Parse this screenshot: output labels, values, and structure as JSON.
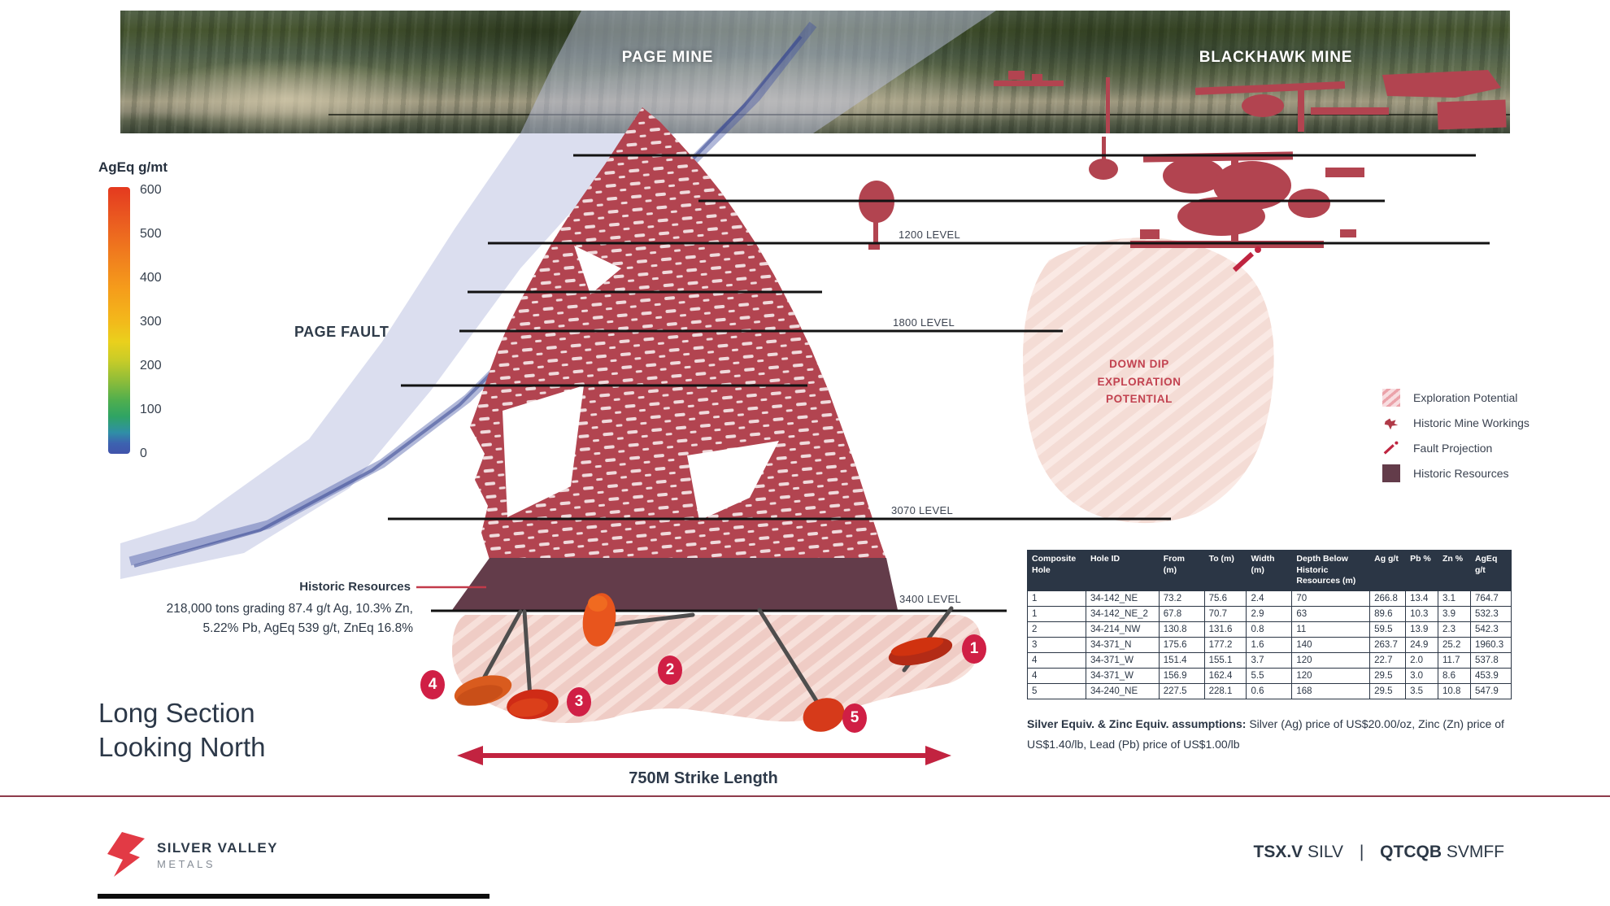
{
  "banner": {
    "page_mine": "PAGE MINE",
    "blackhawk_mine": "BLACKHAWK MINE"
  },
  "scale": {
    "title": "AgEq g/mt",
    "ticks": [
      "600",
      "500",
      "400",
      "300",
      "200",
      "100",
      "0"
    ]
  },
  "labels": {
    "page_fault": "PAGE FAULT",
    "levels": {
      "l1200": "1200 LEVEL",
      "l1800": "1800 LEVEL",
      "l3070": "3070 LEVEL",
      "l3400": "3400 LEVEL"
    },
    "down_dip": [
      "DOWN DIP",
      "EXPLORATION",
      "POTENTIAL"
    ],
    "historic_resources_title": "Historic Resources",
    "historic_resources_line1": "218,000 tons grading 87.4 g/t Ag, 10.3% Zn,",
    "historic_resources_line2": "5.22% Pb, AgEq 539 g/t, ZnEq 16.8%",
    "section_title_line1": "Long Section",
    "section_title_line2": "Looking North",
    "strike_length": "750M Strike Length"
  },
  "legend": {
    "items": [
      {
        "label": "Exploration Potential",
        "type": "hatch"
      },
      {
        "label": "Historic Mine Workings",
        "type": "workings"
      },
      {
        "label": "Fault Projection",
        "type": "fault"
      },
      {
        "label": "Historic Resources",
        "type": "solid"
      }
    ]
  },
  "markers": [
    "1",
    "2",
    "3",
    "4",
    "5"
  ],
  "table": {
    "columns": [
      "Composite Hole",
      "Hole ID",
      "From (m)",
      "To (m)",
      "Width (m)",
      "Depth Below Historic Resources (m)",
      "Ag g/t",
      "Pb %",
      "Zn %",
      "AgEq g/t"
    ],
    "rows": [
      [
        "1",
        "34-142_NE",
        "73.2",
        "75.6",
        "2.4",
        "70",
        "266.8",
        "13.4",
        "3.1",
        "764.7"
      ],
      [
        "1",
        "34-142_NE_2",
        "67.8",
        "70.7",
        "2.9",
        "63",
        "89.6",
        "10.3",
        "3.9",
        "532.3"
      ],
      [
        "2",
        "34-214_NW",
        "130.8",
        "131.6",
        "0.8",
        "11",
        "59.5",
        "13.9",
        "2.3",
        "542.3"
      ],
      [
        "3",
        "34-371_N",
        "175.6",
        "177.2",
        "1.6",
        "140",
        "263.7",
        "24.9",
        "25.2",
        "1960.3"
      ],
      [
        "4",
        "34-371_W",
        "151.4",
        "155.1",
        "3.7",
        "120",
        "22.7",
        "2.0",
        "11.7",
        "537.8"
      ],
      [
        "4",
        "34-371_W",
        "156.9",
        "162.4",
        "5.5",
        "120",
        "29.5",
        "3.0",
        "8.6",
        "453.9"
      ],
      [
        "5",
        "34-240_NE",
        "227.5",
        "228.1",
        "0.6",
        "168",
        "29.5",
        "3.5",
        "10.8",
        "547.9"
      ]
    ]
  },
  "footnote": {
    "bold": "Silver Equiv. & Zinc Equiv. assumptions:",
    "text": " Silver (Ag) price of US$20.00/oz, Zinc (Zn) price of US$1.40/lb, Lead (Pb) price of US$1.00/lb"
  },
  "footer": {
    "brand_line1": "SILVER VALLEY",
    "brand_line2": "METALS",
    "ticker": {
      "exchange1": "TSX.V",
      "symbol1": "SILV",
      "separator": "|",
      "exchange2": "QTCQB",
      "symbol2": "SVMFF"
    }
  },
  "colors": {
    "accent": "#c22340",
    "workings": "#b24450",
    "historic": "#633c4a",
    "table_header": "#2b3645",
    "text_dark": "#2d3a49",
    "hatch_pink": "#f4dcd5",
    "fault_blue": "#b9bedf"
  }
}
